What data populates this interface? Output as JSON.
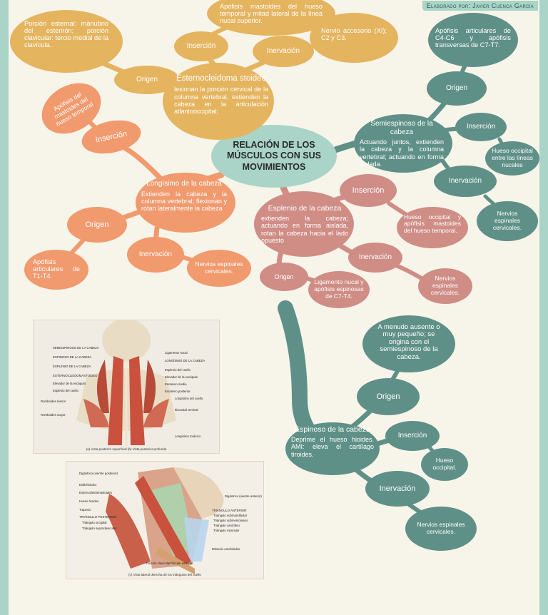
{
  "credit": "Elaborado por: Javier Cuenca García",
  "title": "RELACIÓN DE LOS MÚSCULOS CON SUS MOVIMIENTOS",
  "scm": {
    "name": "Esternocleidoma stoideo",
    "desc": "lexionan la porción cervical de la columna vertebral, extienden la cabeza en la articulación atlantooccipital;",
    "origen_label": "Origen",
    "origen_text": "Porción esternal: manubrio del esternón; porción clavicular: tercio medial de la clavícula.",
    "insercion_label": "Inserción",
    "insercion_text": "Apófisis mastoides del hueso temporal y mitad lateral de la línea nucal superior.",
    "inervacion_label": "Inervación",
    "inervacion_text": "Nervio accesorio (XI); C2 y C3."
  },
  "semiespinoso": {
    "name": "Semiespinoso de la cabeza",
    "desc": "Actuando juntos, extienden la cabeza y la columna vertebral; actuando en forma aislada.",
    "origen_label": "Origen",
    "origen_text": "Apófisis articulares de C4-C6 y apófisis transversas de C7-T7.",
    "insercion_label": "Inserción",
    "insercion_text": "Hueso occipital entre las líneas nucales",
    "inervacion_label": "Inervación",
    "inervacion_text": "Nervios espinales cervicales."
  },
  "longisimo": {
    "name": "Longísimo de la cabeza",
    "desc": "Extienden la cabeza y la columna vertebral; flexionan y rotan lateralmente la cabeza",
    "origen_label": "Origen",
    "origen_text": "Apófisis articulares de T1-T4.",
    "insercion_label": "Inserción",
    "insercion_text": "Apófisis del mastoides del hueso temporal",
    "inervacion_label": "Inervación",
    "inervacion_text": "Nervios espinales cervicales."
  },
  "esplenio": {
    "name": "Esplenio de la cabeza",
    "desc": "extienden la cabeza; actuando en forma aislada, rotan la cabeza hacia el lado opuesto",
    "origen_label": "Origen",
    "origen_text": "Ligamento nucal y apófisis espinosas de C7-T4.",
    "insercion_label": "Inserción",
    "insercion_text": "Hueso occipital y apófisis mastoides del hueso temporal.",
    "inervacion_label": "Inervación",
    "inervacion_text": "Nervios espinales cervicales."
  },
  "espinoso": {
    "name": "Espinoso de la cabeza",
    "desc": "Deprime el hueso hioides. AMI: eleva el cartílago tiroides.",
    "origen_label": "Origen",
    "origen_text": "A menudo ausente o muy pequeño; se origina con el semiespinoso de la cabeza.",
    "insercion_label": "Inserción",
    "insercion_text": "Hueso occipital.",
    "inervacion_label": "Inervación",
    "inervacion_text": "Nervios espinales cervicales."
  },
  "figure1": {
    "labels_left": [
      "SEMIESPINOSO DE LA CABEZA",
      "ESPINOSO DE LA CABEZA",
      "ESPLENIO DE LA CABEZA",
      "ESTERNOCLEIDOMASTOIDEO",
      "Elevador de la escápula",
      "Esplenio del cuello",
      "Romboides menor",
      "Romboides mayor"
    ],
    "labels_right": [
      "Ligamento nucal",
      "LONGÍSIMO DE LA CABEZA",
      "Esplenio del cuello",
      "Elevador de la escápula",
      "Escaleno medio",
      "Escaleno posterior",
      "Longísimo del cuello",
      "Iliocostal cervical",
      "Longísimo torácico"
    ],
    "caption": "(a) Vista posterior superficial     (b) Vista posterior profunda"
  },
  "figure2": {
    "labels_left": [
      "Digástrico (vientre posterior)",
      "Estilohioideo",
      "Esternocleidomastoideo",
      "Hueso hioides",
      "Trapecio",
      "TRIÁNGULO POSTERIOR:",
      "Triángulo occipital",
      "Triángulo supraclavicular"
    ],
    "labels_right": [
      "Digástrico (vientre anterior)",
      "TRIÁNGULO ANTERIOR:",
      "Triángulo submandibular",
      "Triángulo submentoniano",
      "Triángulo carotídeo",
      "Triángulo muscular",
      "Músculo omohioideo"
    ],
    "labels_bottom": [
      "Porción clavicular",
      "Porción esternal"
    ],
    "caption": "(c) Vista lateral derecha de los triángulos del cuello"
  }
}
